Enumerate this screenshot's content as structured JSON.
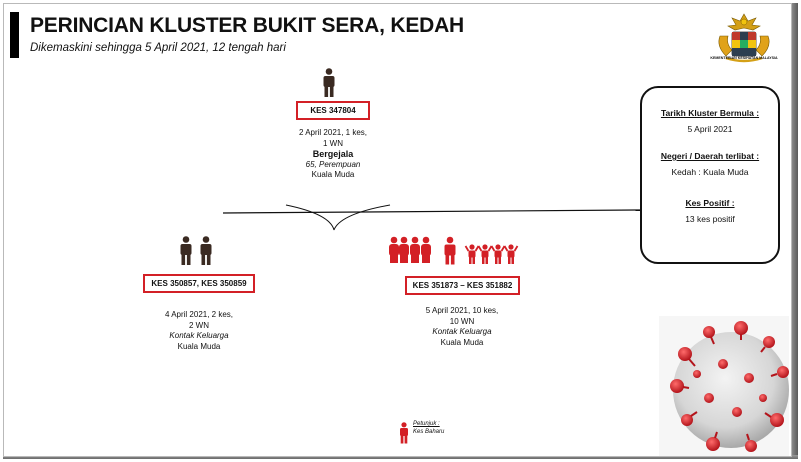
{
  "header": {
    "title": "PERINCIAN KLUSTER BUKIT SERA, KEDAH",
    "subtitle": "Dikemaskini sehingga 5 April 2021, 12 tengah hari",
    "logo_text": "KEMENTERIAN KESIHATAN MALAYSIA"
  },
  "colors": {
    "accent_red": "#d32026",
    "existing_case": "#3a2a22"
  },
  "index_case": {
    "case_label": "KES 347804",
    "line1": "2 April 2021, 1 kes,",
    "line2": "1 WN",
    "status": "Bergejala",
    "detail": "65, Perempuan",
    "location": "Kuala Muda",
    "icon": "person-icon"
  },
  "group_a": {
    "case_label": "KES 350857, KES 350859",
    "line1": "4 April 2021, 2 kes,",
    "line2": "2 WN",
    "relation": "Kontak Keluarga",
    "location": "Kuala Muda",
    "icon_count": 2
  },
  "group_b": {
    "case_label": "KES 351873 – KES 351882",
    "line1": "5 April 2021, 10 kes,",
    "line2": "10 WN",
    "relation": "Kontak Keluarga",
    "location": "Kuala Muda",
    "icon_count": 10,
    "new_case": true
  },
  "summary": {
    "start_label": "Tarikh Kluster Bermula :",
    "start_value": "5 April 2021",
    "region_label": "Negeri / Daerah terlibat :",
    "region_value": "Kedah : Kuala Muda",
    "positive_label": "Kes Positif :",
    "positive_value": "13 kes positif"
  },
  "legend": {
    "title": "Petunjuk :",
    "item": "Kes Baharu",
    "icon": "person-icon"
  }
}
